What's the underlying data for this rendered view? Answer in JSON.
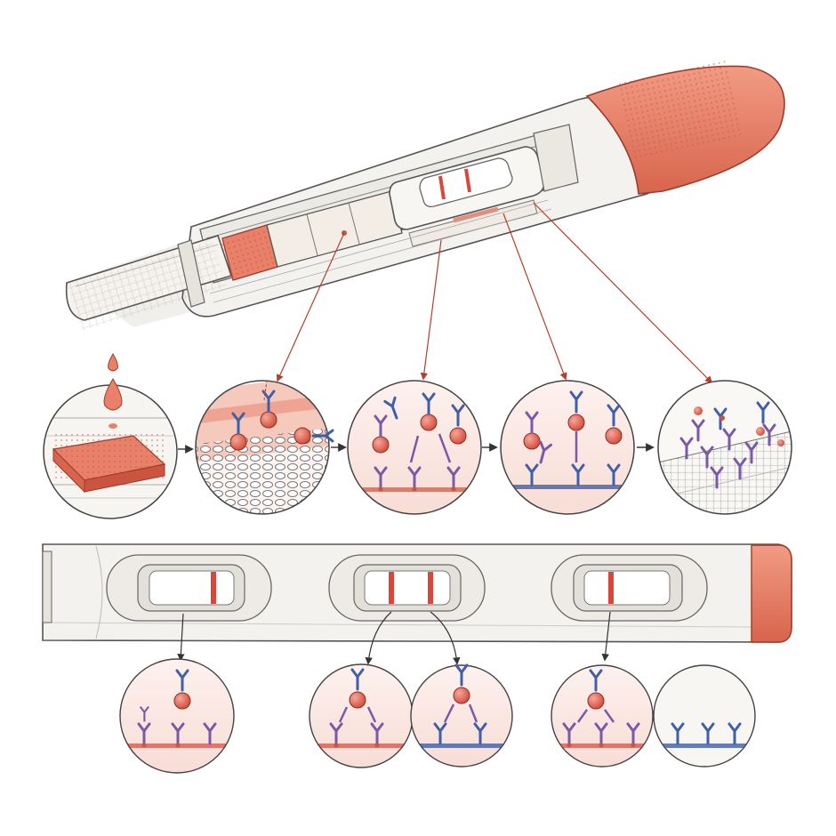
{
  "diagram": {
    "labels_present": false
  },
  "device": {
    "parts": [
      "absorbent-wick",
      "sample-pad",
      "conjugate-pad",
      "test-line-zone",
      "control-line-zone",
      "absorbent-pad",
      "result-window",
      "grip-cap"
    ],
    "window_lines_count": 2
  },
  "process_steps": [
    {
      "step": 1,
      "name": "sample-applied-to-pad"
    },
    {
      "step": 2,
      "name": "labeled-antibody-binding"
    },
    {
      "step": 3,
      "name": "test-line-capture"
    },
    {
      "step": 4,
      "name": "control-line-capture"
    },
    {
      "step": 5,
      "name": "excess-to-absorbent-pad"
    }
  ],
  "results": [
    {
      "window": 1,
      "visible_lines": 1,
      "insets": 1
    },
    {
      "window": 2,
      "visible_lines": 2,
      "insets": 2
    },
    {
      "window": 3,
      "visible_lines": 1,
      "insets": 2
    }
  ],
  "colors": {
    "accent": "#e8806a",
    "accent_dark": "#c9543f",
    "line_red": "#d9473a",
    "antibody_blue": "#3f5fa8",
    "antibody_purple": "#7a5aa6",
    "ink": "#555555",
    "body": "#f4f2ee",
    "arrow": "#b0402f"
  }
}
